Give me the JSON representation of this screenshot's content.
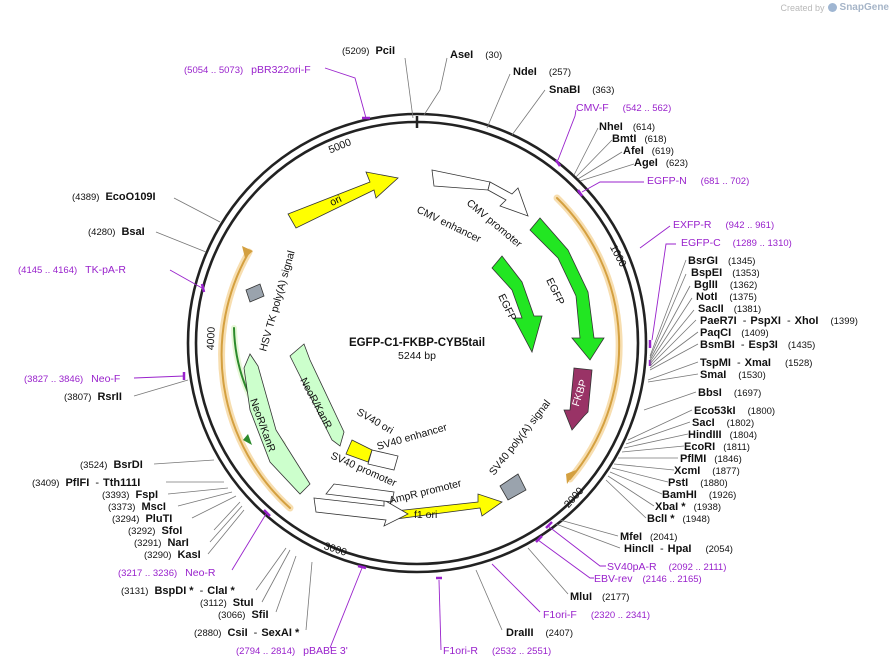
{
  "credit": {
    "prefix": "Created by",
    "brand": "SnapGene"
  },
  "plasmid": {
    "name": "EGFP-C1-FKBP-CYB5tail",
    "size": "5244 bp"
  },
  "ticks": [
    "1000",
    "2000",
    "3000",
    "4000",
    "5000"
  ],
  "features": {
    "ori": "ori",
    "cmv_enhancer": "CMV enhancer",
    "cmv_promoter": "CMV promoter",
    "egfp_outer": "EGFP",
    "egfp_inner": "EGFP",
    "fkbp": "FKBP",
    "sv40_polya": "SV40 poly(A) signal",
    "f1_ori": "f1 ori",
    "ampr_promoter": "AmpR promoter",
    "sv40_promoter": "SV40 promoter",
    "sv40_enhancer": "SV40 enhancer",
    "sv40_ori": "SV40 ori",
    "neor_inner": "NeoR/KanR",
    "neor_outer": "NeoR/KanR",
    "hsv_tk_polya": "HSV TK poly(A) signal"
  },
  "colors": {
    "backbone": "#222222",
    "yellow": "#ffff00",
    "green": "#22e622",
    "light_green": "#ccffcc",
    "fkbp": "#993366",
    "grey": "#9aa3ad",
    "primer": "#9922cc",
    "orange": "#d4a040"
  },
  "labels": {
    "pciI": {
      "name": "PciI",
      "pos": "(5209)"
    },
    "aseI": {
      "name": "AseI",
      "pos": "(30)"
    },
    "ndeI": {
      "name": "NdeI",
      "pos": "(257)"
    },
    "snabI": {
      "name": "SnaBI",
      "pos": "(363)"
    },
    "pbr322": {
      "name": "pBR322ori-F",
      "pos": "(5054 .. 5073)"
    },
    "cmvf": {
      "name": "CMV-F",
      "pos": "(542 .. 562)"
    },
    "nheI": {
      "name": "NheI",
      "pos": "(614)"
    },
    "bmtI": {
      "name": "BmtI",
      "pos": "(618)"
    },
    "afeI": {
      "name": "AfeI",
      "pos": "(619)"
    },
    "ageI": {
      "name": "AgeI",
      "pos": "(623)"
    },
    "egfpn": {
      "name": "EGFP-N",
      "pos": "(681 .. 702)"
    },
    "exfpr": {
      "name": "EXFP-R",
      "pos": "(942 .. 961)"
    },
    "egfpc": {
      "name": "EGFP-C",
      "pos": "(1289 .. 1310)"
    },
    "bsrgI": {
      "name": "BsrGI",
      "pos": "(1345)"
    },
    "bspeI": {
      "name": "BspEI",
      "pos": "(1353)"
    },
    "bglII": {
      "name": "BglII",
      "pos": "(1362)"
    },
    "notI": {
      "name": "NotI",
      "pos": "(1375)"
    },
    "sacII": {
      "name": "SacII",
      "pos": "(1381)"
    },
    "paer7I": {
      "name": "PaeR7I",
      "sep1": "-",
      "name2": "PspXI",
      "sep2": "-",
      "name3": "XhoI",
      "pos": "(1399)"
    },
    "paqCI": {
      "name": "PaqCI",
      "pos": "(1409)"
    },
    "bsmbI": {
      "name": "BsmBI",
      "sep": "-",
      "name2": "Esp3I",
      "pos": "(1435)"
    },
    "tspmI": {
      "name": "TspMI",
      "sep": "-",
      "name2": "XmaI",
      "pos": "(1528)"
    },
    "smaI": {
      "name": "SmaI",
      "pos": "(1530)"
    },
    "bbsI": {
      "name": "BbsI",
      "pos": "(1697)"
    },
    "eco53kI": {
      "name": "Eco53kI",
      "pos": "(1800)"
    },
    "sacI": {
      "name": "SacI",
      "pos": "(1802)"
    },
    "hindIII": {
      "name": "HindIII",
      "pos": "(1804)"
    },
    "ecoRI": {
      "name": "EcoRI",
      "pos": "(1811)"
    },
    "pflMI": {
      "name": "PflMI",
      "pos": "(1846)"
    },
    "xcmI": {
      "name": "XcmI",
      "pos": "(1877)"
    },
    "pstI": {
      "name": "PstI",
      "pos": "(1880)"
    },
    "bamHI": {
      "name": "BamHI",
      "pos": "(1926)"
    },
    "xbaI": {
      "name": "XbaI *",
      "pos": "(1938)"
    },
    "bclI": {
      "name": "BclI *",
      "pos": "(1948)"
    },
    "mfeI": {
      "name": "MfeI",
      "pos": "(2041)"
    },
    "hincII": {
      "name": "HincII",
      "sep": "-",
      "name2": "HpaI",
      "pos": "(2054)"
    },
    "sv40par": {
      "name": "SV40pA-R",
      "pos": "(2092 .. 2111)"
    },
    "ebvrev": {
      "name": "EBV-rev",
      "pos": "(2146 .. 2165)"
    },
    "mluI": {
      "name": "MluI",
      "pos": "(2177)"
    },
    "f1orif": {
      "name": "F1ori-F",
      "pos": "(2320 .. 2341)"
    },
    "draIII": {
      "name": "DraIII",
      "pos": "(2407)"
    },
    "f1orir": {
      "name": "F1ori-R",
      "pos": "(2532 .. 2551)"
    },
    "pbabe3": {
      "name": "pBABE 3'",
      "pos": "(2794 .. 2814)"
    },
    "csiI": {
      "name": "CsiI",
      "sep": "-",
      "name2": "SexAI *",
      "pos": "(2880)"
    },
    "sfiI": {
      "name": "SfiI",
      "pos": "(3066)"
    },
    "stuI": {
      "name": "StuI",
      "pos": "(3112)"
    },
    "bspdI": {
      "name": "BspDI *",
      "sep": "-",
      "name2": "ClaI *",
      "pos": "(3131)"
    },
    "neor_p": {
      "name": "Neo-R",
      "pos": "(3217 .. 3236)"
    },
    "kasI": {
      "name": "KasI",
      "pos": "(3290)"
    },
    "narI": {
      "name": "NarI",
      "pos": "(3291)"
    },
    "sfoI": {
      "name": "SfoI",
      "pos": "(3292)"
    },
    "pluTI": {
      "name": "PluTI",
      "pos": "(3294)"
    },
    "mscI": {
      "name": "MscI",
      "pos": "(3373)"
    },
    "fspI": {
      "name": "FspI",
      "pos": "(3393)"
    },
    "pflfI": {
      "name": "PflFI",
      "sep": "-",
      "name2": "Tth111I",
      "pos": "(3409)"
    },
    "bsrdI": {
      "name": "BsrDI",
      "pos": "(3524)"
    },
    "rsrII": {
      "name": "RsrII",
      "pos": "(3807)"
    },
    "neof": {
      "name": "Neo-F",
      "pos": "(3827 .. 3846)"
    },
    "tkpar": {
      "name": "TK-pA-R",
      "pos": "(4145 .. 4164)"
    },
    "bsaI": {
      "name": "BsaI",
      "pos": "(4280)"
    },
    "ecoO109I": {
      "name": "EcoO109I",
      "pos": "(4389)"
    }
  }
}
